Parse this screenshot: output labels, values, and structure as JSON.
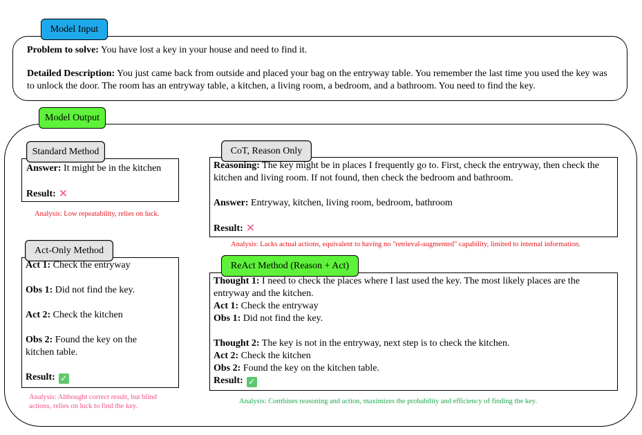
{
  "model_input": {
    "tag": "Model Input",
    "problem_label": "Problem to solve:",
    "problem_text": " You have lost a key in your house and need to find it.",
    "desc_label": "Detailed Description:",
    "desc_text": " You just came back from outside and placed your bag on the entryway table. You remember the last time you used the key was to unlock the door. The room has an entryway table, a kitchen, a living room, a bedroom, and a bathroom. You need to find the key."
  },
  "model_output": {
    "tag": "Model Output",
    "standard": {
      "tag": "Standard Method",
      "answer_label": "Answer:",
      "answer_text": " It might be in the kitchen",
      "result_label": "Result:",
      "result_icon": "cross-icon",
      "analysis": "Analysis: Low repeatability, relies on luck."
    },
    "act_only": {
      "tag": "Act-Only Method",
      "act1_label": "Act 1:",
      "act1_text": " Check the entryway",
      "obs1_label": "Obs 1:",
      "obs1_text": " Did not find the key.",
      "act2_label": "Act 2:",
      "act2_text": " Check the kitchen",
      "obs2_label": "Obs 2:",
      "obs2_text": " Found the key on the kitchen table.",
      "result_label": "Result:",
      "result_icon": "check-icon",
      "analysis_line1": "Analysis: Althought correct result, but blind",
      "analysis_line2": "actions, relies on luck to find the key."
    },
    "cot": {
      "tag": "CoT, Reason Only",
      "reasoning_label": "Reasoning:",
      "reasoning_text": " The key might be in places I frequently go to. First, check the entryway, then check the kitchen and living room. If not found, then check the bedroom and bathroom.",
      "answer_label": "Answer:",
      "answer_text": " Entryway, kitchen, living room, bedroom, bathroom",
      "result_label": "Result:",
      "result_icon": "cross-icon",
      "analysis": "Analysis: Lacks actual actions, equivalent to having no \"retrieval-augmented\" capability, limited to internal information."
    },
    "react": {
      "tag": "ReAct Method (Reason + Act)",
      "thought1_label": "Thought 1:",
      "thought1_text": " I need to check the places where I last used the key. The most likely places are the entryway and the kitchen.",
      "act1_label": "Act 1:",
      "act1_text": " Check the entryway",
      "obs1_label": "Obs 1:",
      "obs1_text": " Did not find the key.",
      "thought2_label": "Thought 2:",
      "thought2_text": " The key is not in the entryway, next step is to check the kitchen.",
      "act2_label": "Act 2:",
      "act2_text": " Check the kitchen",
      "obs2_label": "Obs 2:",
      "obs2_text": " Found the key on the kitchen table.",
      "result_label": "Result:",
      "result_icon": "check-icon",
      "analysis": "Analysis: Combines reasoning and action, maximizes the probability and efficiency of finding the key."
    }
  },
  "colors": {
    "input_tag": "#1ea9ea",
    "output_tag": "#5ef23a",
    "analysis_red": "#e8141b",
    "analysis_pink": "#f0508a",
    "analysis_green": "#1ea84a"
  }
}
